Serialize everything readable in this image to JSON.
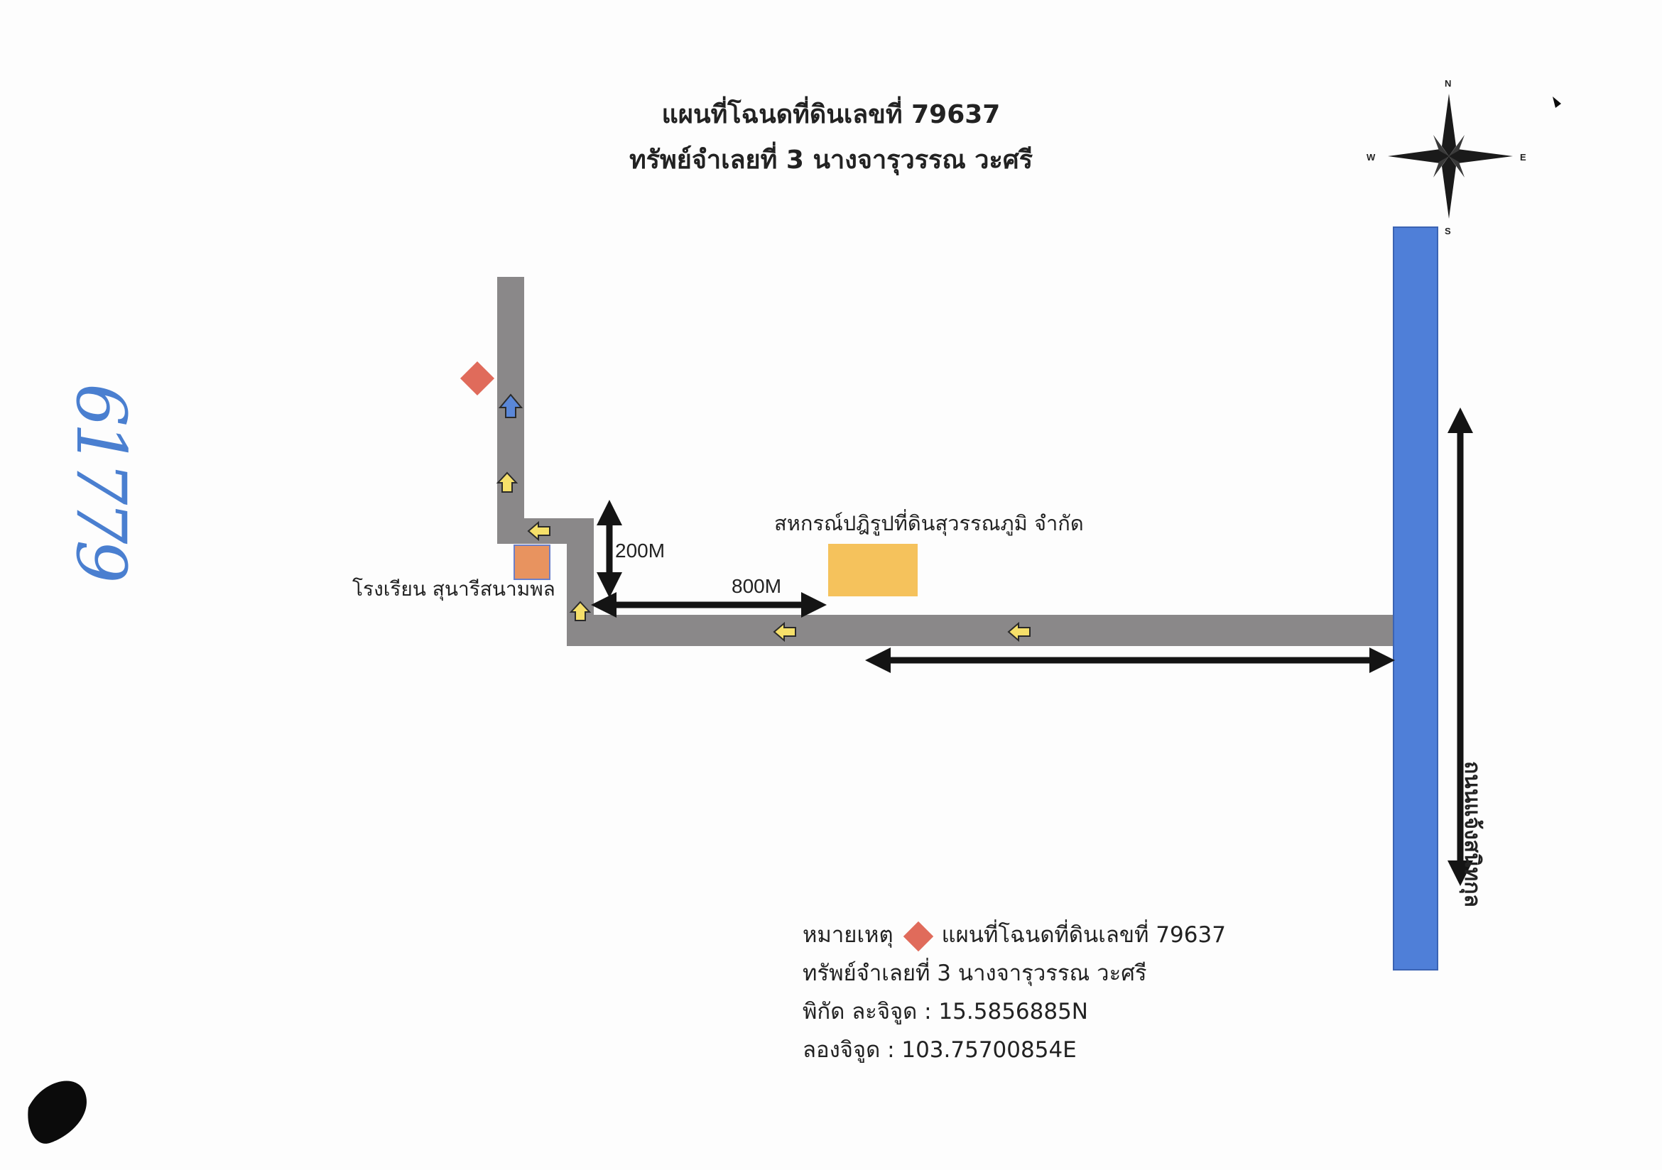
{
  "title": {
    "line1": "แผนที่โฉนดที่ดินเลขที่ 79637",
    "line2": "ทรัพย์จำเลยที่ 3 นางจารุวรรณ วะศรี"
  },
  "compass": {
    "n": "N",
    "s": "S",
    "e": "E",
    "w": "W"
  },
  "labels": {
    "cooperative": "สหกรณ์ปฎิรูปที่ดินสุวรรณภูมิ จำกัด",
    "school": "โรงเรียน สุนารีสนามพล",
    "distance_200": "200M",
    "distance_800": "800M",
    "highway": "ถนนแจ้งสนิทกุล"
  },
  "handwritten_number": "61779",
  "legend": {
    "heading": "หมายเหตุ",
    "item_label": "แผนที่โฉนดที่ดินเลขที่ 79637",
    "line2": "ทรัพย์จำเลยที่ 3 นางจารุวรรณ วะศรี",
    "lat": "พิกัด ละจิจูด : 15.5856885N",
    "lon": "ลองจิจูด : 103.75700854E"
  },
  "colors": {
    "road": "#8a8889",
    "highway": "#4f7fd8",
    "parcel": "#e06b5b",
    "school": "#e8935f",
    "cooperative": "#f5c25c",
    "arrow_yellow": "#f6e06a",
    "arrow_blue": "#5a87d8"
  }
}
